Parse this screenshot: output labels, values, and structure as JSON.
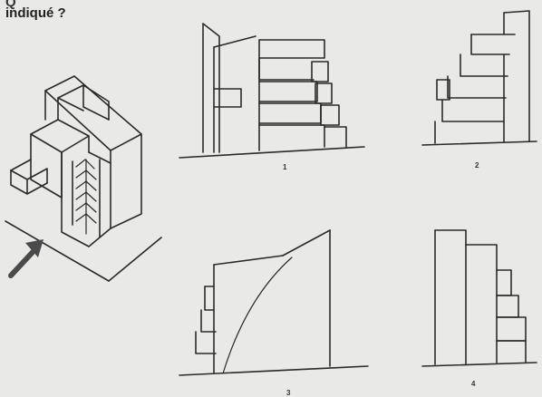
{
  "question": {
    "line_top": "Q",
    "line2": "indiqué ?"
  },
  "options": [
    {
      "label": "1"
    },
    {
      "label": "2"
    },
    {
      "label": "3"
    },
    {
      "label": "4"
    }
  ],
  "colors": {
    "ink": "#2a2a2a",
    "paper": "#e9e9e7",
    "arrow": "#4a4a4a"
  }
}
